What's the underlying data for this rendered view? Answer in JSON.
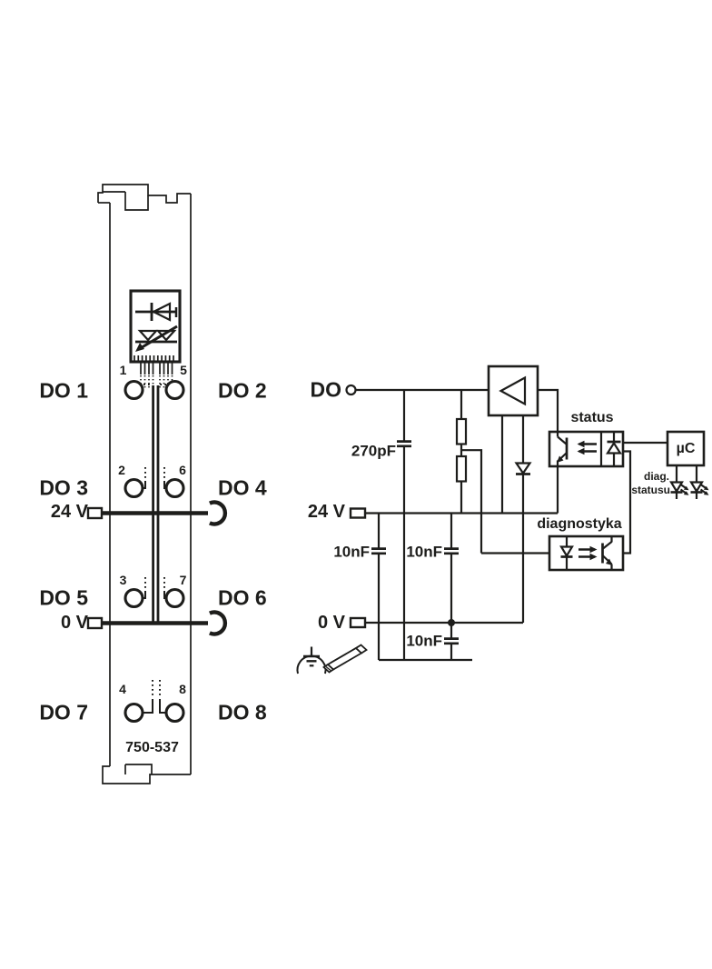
{
  "colors": {
    "ink": "#1d1d1b",
    "bg": "#ffffff"
  },
  "module": {
    "part_number": "750-537",
    "channels_left": [
      "DO 1",
      "DO 3",
      "DO 5",
      "DO 7"
    ],
    "channels_right": [
      "DO 2",
      "DO 4",
      "DO 6",
      "DO 8"
    ],
    "terminals_left": [
      "1",
      "2",
      "3",
      "4"
    ],
    "terminals_right": [
      "5",
      "6",
      "7",
      "8"
    ],
    "supply_24v": "24 V",
    "supply_0v": "0 V"
  },
  "schematic": {
    "do_label": "DO",
    "v24_label": "24 V",
    "v0_label": "0 V",
    "cap_270pf": "270pF",
    "cap_10nf_1": "10nF",
    "cap_10nf_2": "10nF",
    "cap_10nf_3": "10nF",
    "status_label": "status",
    "diagnostics_label": "diagnostyka",
    "mcu_label": "µC",
    "diag_status_line1": "diag.",
    "diag_status_line2": "statusu"
  }
}
